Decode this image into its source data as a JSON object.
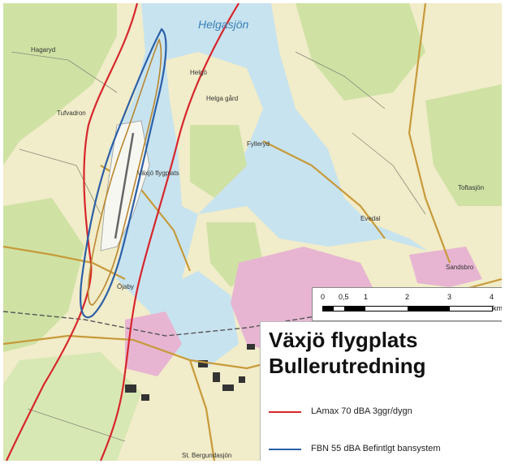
{
  "map": {
    "title": "Växjö flygplats",
    "subtitle": "Bullerutredning",
    "lake_name": "Helgasjön",
    "place_names": [
      "Hagaryd",
      "Tufvadron",
      "Helgö",
      "Helga gård",
      "Växjö flygplats",
      "Öjaby",
      "Evedal",
      "Sandsbro",
      "St. Bergundasjön",
      "Toftasjön",
      "Fylleryd"
    ]
  },
  "scale_bar": {
    "ticks": [
      "0",
      "0,5",
      "1",
      "2",
      "3",
      "4"
    ],
    "unit": "km"
  },
  "legend": {
    "items": [
      {
        "label": "LAmax 70 dBA 3ggr/dygn",
        "color": "#d7262b"
      },
      {
        "label": "FBN 55 dBA Befintlgt bansystem",
        "color": "#2b5fa8"
      }
    ]
  },
  "colors": {
    "water": "#c7e3ef",
    "land": "#f3efd2",
    "forest": "#cfe3a8",
    "urban": "#e9b8d4",
    "road": "#c79a3a"
  }
}
